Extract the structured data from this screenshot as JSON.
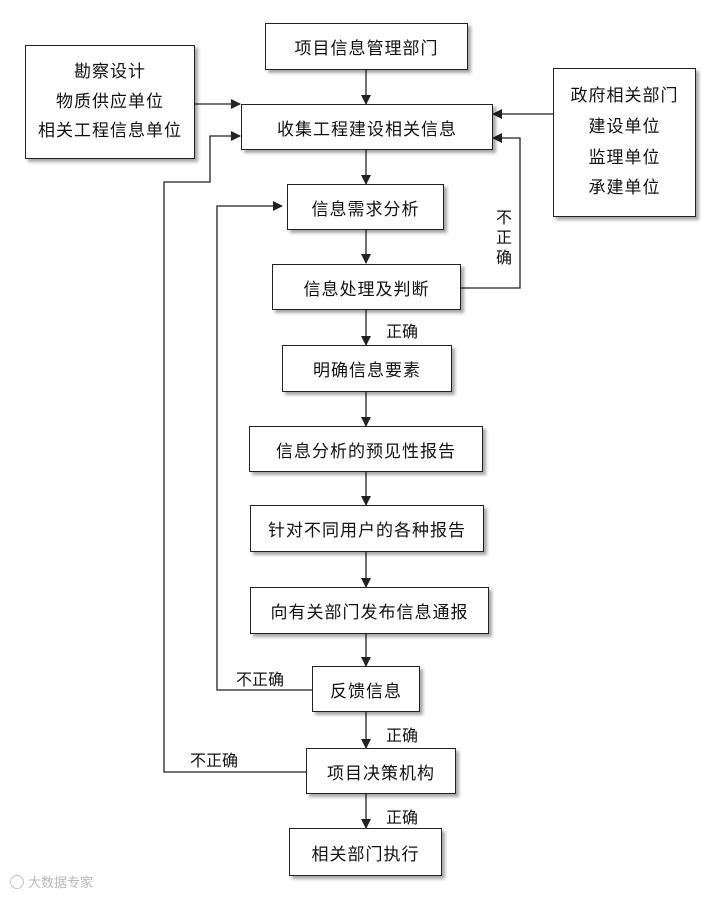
{
  "nodes": {
    "project_info_dept": "项目信息管理部门",
    "collect_info": "收集工程建设相关信息",
    "need_analysis": "信息需求分析",
    "process_judge": "信息处理及判断",
    "clarify_elements": "明确信息要素",
    "forecast_report": "信息分析的预见性报告",
    "user_reports": "针对不同用户的各种报告",
    "publish_bulletin": "向有关部门发布信息通报",
    "feedback": "反馈信息",
    "decision_body": "项目决策机构",
    "execution_dept": "相关部门执行"
  },
  "left_sources": [
    "勘察设计",
    "物质供应单位",
    "相关工程信息单位"
  ],
  "right_sources": [
    "政府相关部门",
    "建设单位",
    "监理单位",
    "承建单位"
  ],
  "edge_labels": {
    "process_incorrect": "不正确",
    "process_correct": "正确",
    "feedback_incorrect": "不正确",
    "feedback_correct": "正确",
    "decision_incorrect": "不正确",
    "decision_correct": "正确"
  },
  "watermark": "大数据专家"
}
